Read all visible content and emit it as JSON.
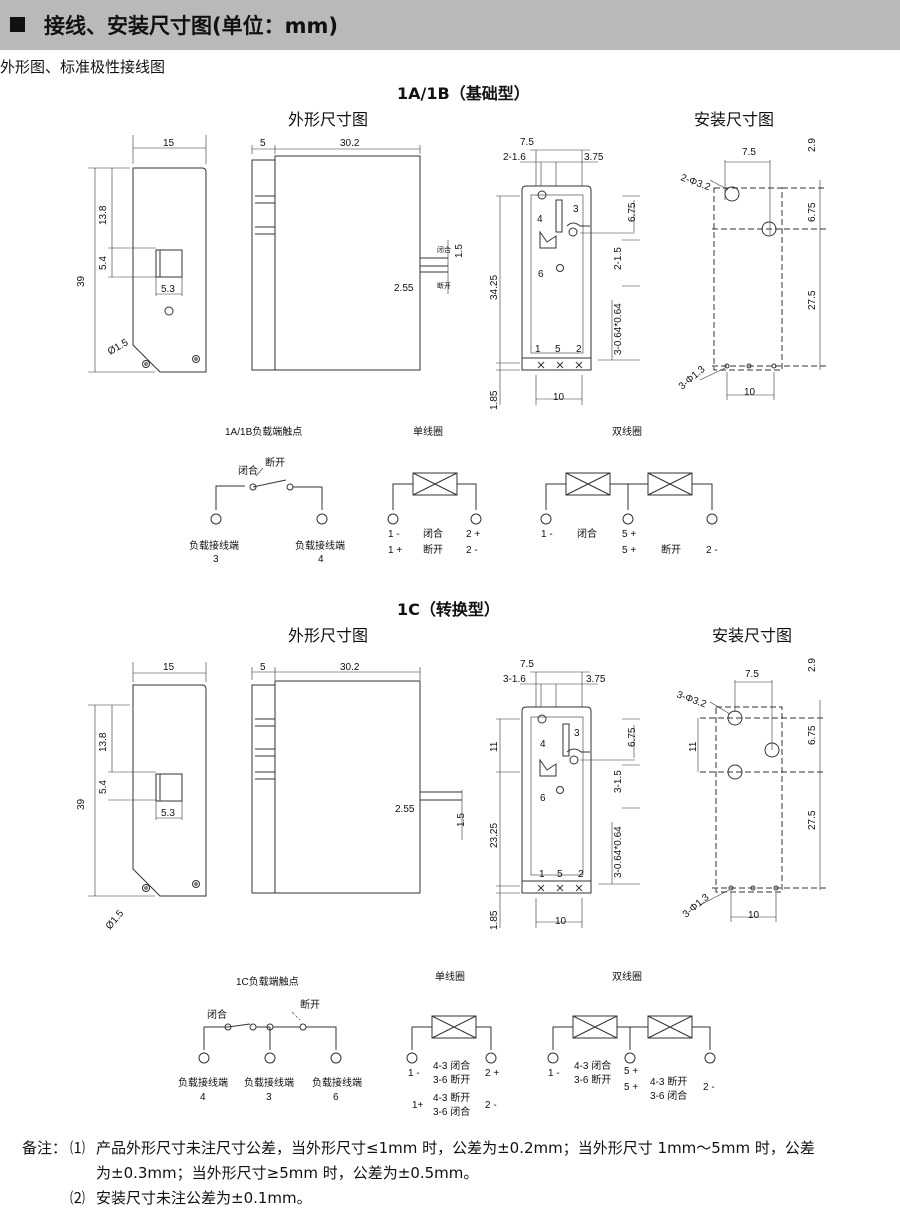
{
  "header": {
    "title": "接线、安装尺寸图(单位：mm)"
  },
  "subtitle": "外形图、标准极性接线图",
  "section_a": {
    "title": "1A/1B（基础型）",
    "outline_title": "外形尺寸图",
    "mount_title": "安装尺寸图",
    "dims": {
      "w15": "15",
      "h39": "39",
      "h13_8": "13.8",
      "h5_4": "5.4",
      "w5_3": "5.3",
      "dia1_5": "Ø1.5",
      "w5": "5",
      "w30_2": "30.2",
      "h2_55": "2.55",
      "h1_5": "1.5",
      "closed": "闭合",
      "open": "断开",
      "w7_5": "7.5",
      "w2_1_6": "2-1.6",
      "w3_75": "3.75",
      "h6_75": "6.75",
      "h2_1_5": "2-1.5",
      "h34_25": "34.25",
      "h3_064": "3-0.64*0.64",
      "h1_85": "1.85",
      "w10": "10",
      "p3": "3",
      "p4": "4",
      "p6": "6",
      "p1": "1",
      "p5": "5",
      "p2": "2",
      "m7_5": "7.5",
      "m2_9": "2.9",
      "m2_dia3_2": "2-Φ3.2",
      "m6_75": "6.75",
      "m27_5": "27.5",
      "m3_dia1_3": "3-Φ1.3",
      "m10": "10"
    },
    "schem": {
      "load_title": "1A/1B负载端触点",
      "single_title": "单线圈",
      "double_title": "双线圈",
      "closed": "闭合",
      "open": "断开",
      "load3": "负载接线端",
      "load3n": "3",
      "load4": "负载接线端",
      "load4n": "4",
      "s_1m": "1 -",
      "s_1p": "1 +",
      "s_closed": "闭合",
      "s_open": "断开",
      "s_2p": "2 +",
      "s_2m": "2 -",
      "d_1m": "1 -",
      "d_closed": "闭合",
      "d_5p_a": "5 +",
      "d_5p_b": "5 +",
      "d_open": "断开",
      "d_2m": "2 -"
    }
  },
  "section_c": {
    "title": "1C（转换型）",
    "outline_title": "外形尺寸图",
    "mount_title": "安装尺寸图",
    "dims": {
      "w15": "15",
      "h39": "39",
      "h13_8": "13.8",
      "h5_4": "5.4",
      "w5_3": "5.3",
      "dia1_5": "Ø1.5",
      "w5": "5",
      "w30_2": "30.2",
      "h2_55": "2.55",
      "h1_5": "1.5",
      "w7_5": "7.5",
      "w3_1_6": "3-1.6",
      "w3_75": "3.75",
      "h11": "11",
      "h6_75": "6.75",
      "h3_1_5": "3-1.5",
      "h23_25": "23.25",
      "h3_064": "3-0.64*0.64",
      "h1_85": "1.85",
      "w10": "10",
      "p3": "3",
      "p4": "4",
      "p6": "6",
      "p1": "1",
      "p5": "5",
      "p2": "2",
      "m7_5": "7.5",
      "m2_9": "2.9",
      "m3_dia3_2": "3-Φ3.2",
      "m11": "11",
      "m6_75": "6.75",
      "m27_5": "27.5",
      "m3_dia1_3": "3-Φ1.3",
      "m10": "10"
    },
    "schem": {
      "load_title": "1C负载端触点",
      "single_title": "单线圈",
      "double_title": "双线圈",
      "closed": "闭合",
      "open": "断开",
      "load4": "负载接线端",
      "load4n": "4",
      "load3": "负载接线端",
      "load3n": "3",
      "load6": "负载接线端",
      "load6n": "6",
      "s_1m": "1 -",
      "s_43c": "4-3 闭合",
      "s_36o": "3-6 断开",
      "s_2p": "2 +",
      "s_1p": "1+",
      "s_43o": "4-3 断开",
      "s_36c": "3-6 闭合",
      "s_2m": "2 -",
      "d_1m": "1 -",
      "d_43c": "4-3 闭合",
      "d_36o": "3-6 断开",
      "d_5p_a": "5 +",
      "d_5p_b": "5 +",
      "d_43o": "4-3 断开",
      "d_36c": "3-6 闭合",
      "d_2m": "2 -"
    }
  },
  "notes": {
    "label": "备注：",
    "n1_num": "⑴",
    "n1_line1": "产品外形尺寸未注尺寸公差，当外形尺寸≤1mm 时，公差为±0.2mm；当外形尺寸 1mm～5mm 时，公差",
    "n1_line2": "为±0.3mm；当外形尺寸≥5mm 时，公差为±0.5mm。",
    "n2_num": "⑵",
    "n2_line": "安装尺寸未注公差为±0.1mm。"
  }
}
